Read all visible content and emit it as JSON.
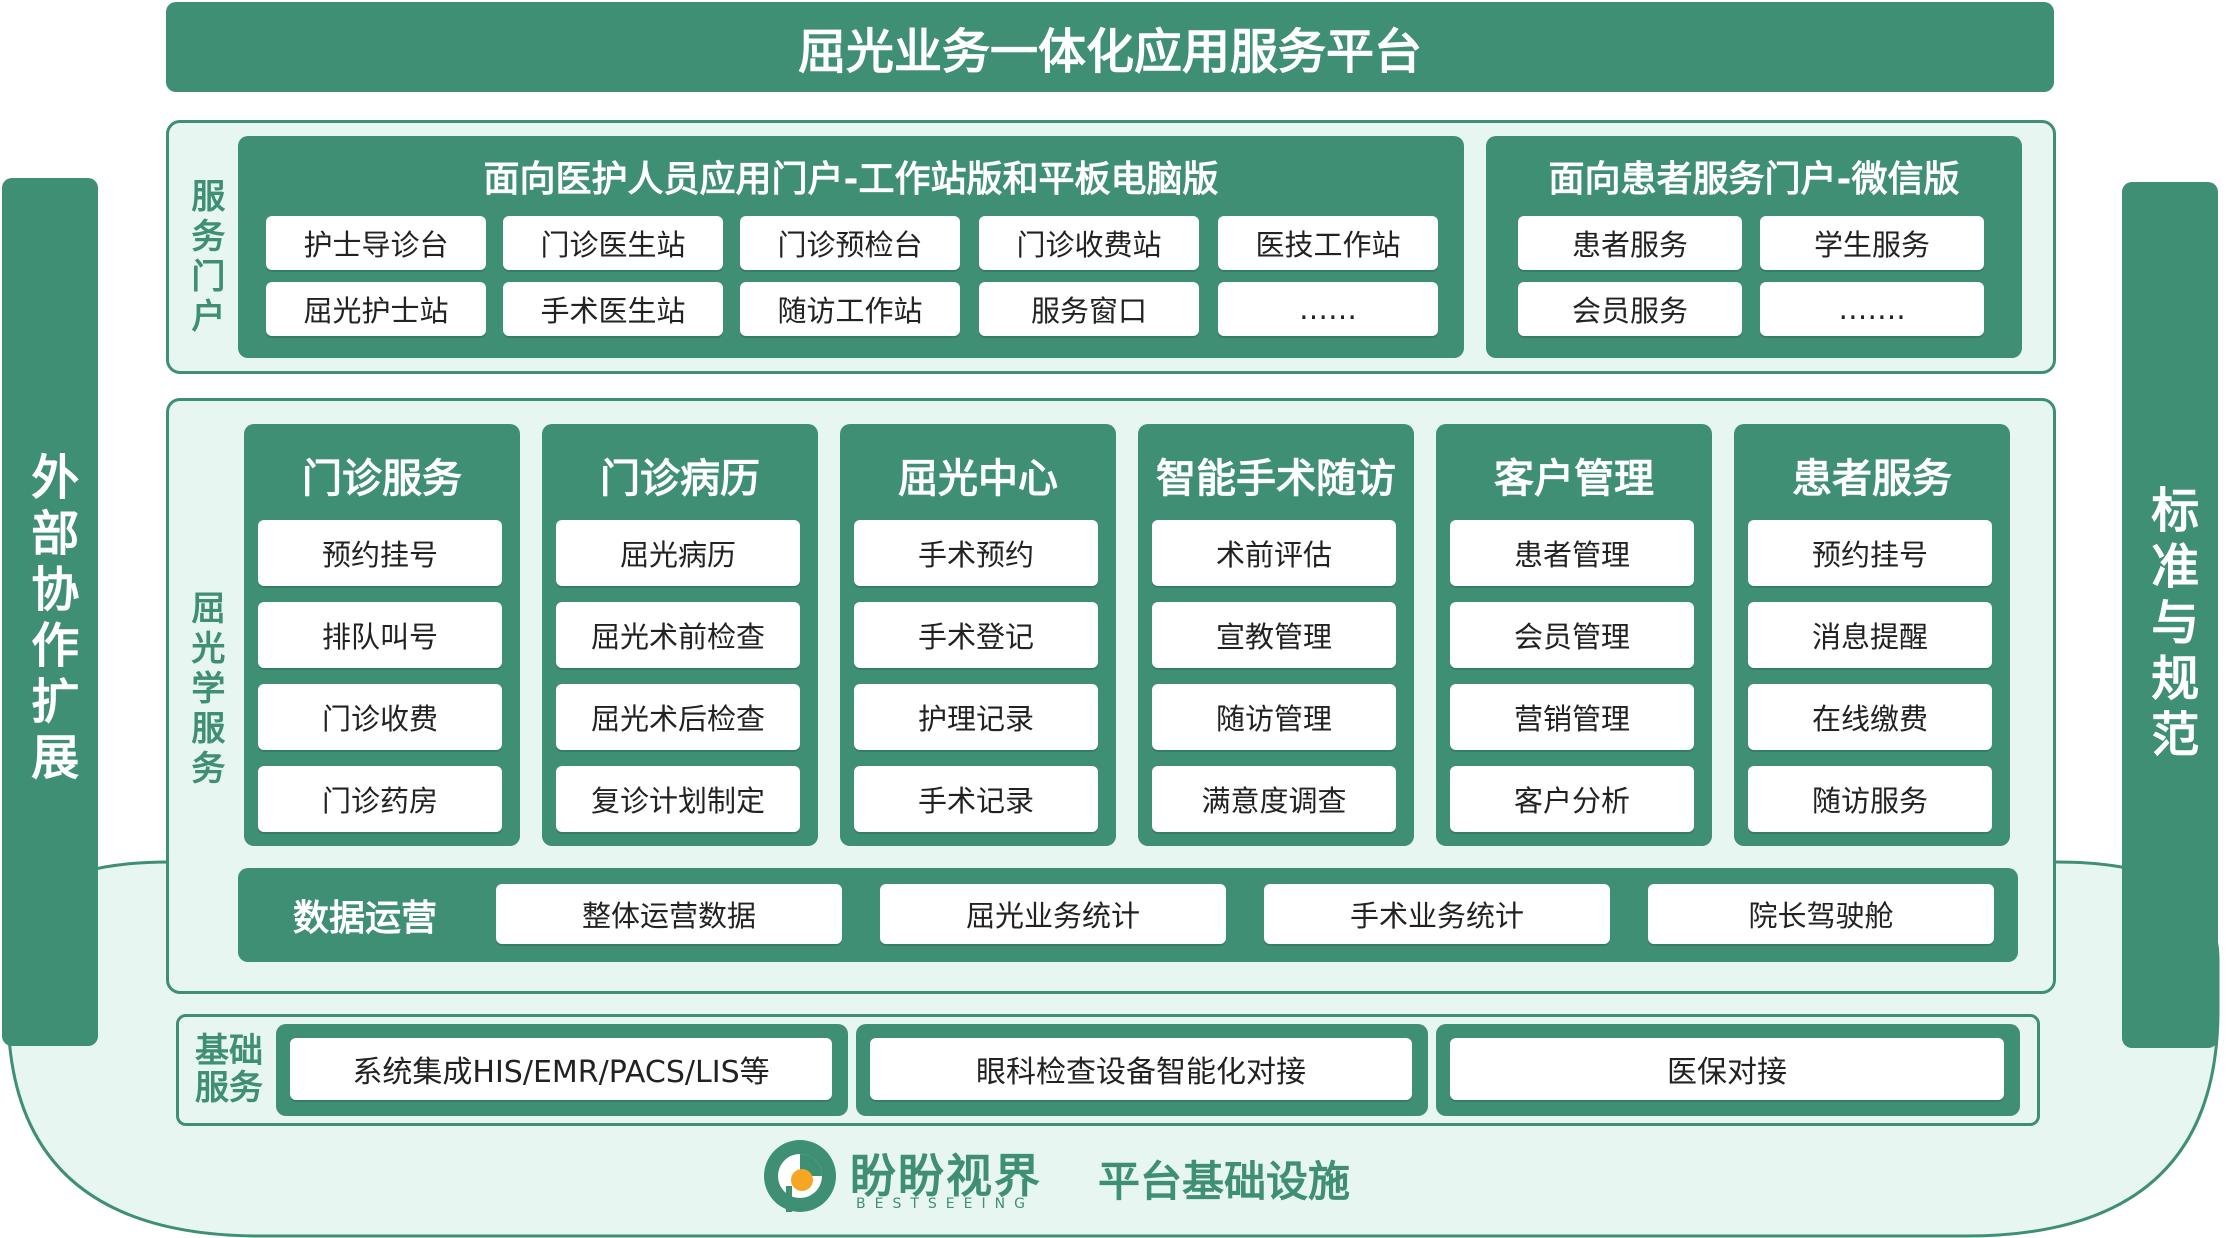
{
  "title": "屈光业务一体化应用服务平台",
  "left_side": "外部协作扩展",
  "right_side": "标准与规范",
  "portal": {
    "label": "服务门户",
    "staff": {
      "title": "面向医护人员应用门户-工作站版和平板电脑版",
      "items": [
        "护士导诊台",
        "门诊医生站",
        "门诊预检台",
        "门诊收费站",
        "医技工作站",
        "屈光护士站",
        "手术医生站",
        "随访工作站",
        "服务窗口",
        "……"
      ]
    },
    "patient": {
      "title": "面向患者服务门户-微信版",
      "items": [
        "患者服务",
        "学生服务",
        "会员服务",
        "……."
      ]
    }
  },
  "services": {
    "label": "屈光学服务",
    "columns": [
      {
        "title": "门诊服务",
        "items": [
          "预约挂号",
          "排队叫号",
          "门诊收费",
          "门诊药房"
        ]
      },
      {
        "title": "门诊病历",
        "items": [
          "屈光病历",
          "屈光术前检查",
          "屈光术后检查",
          "复诊计划制定"
        ]
      },
      {
        "title": "屈光中心",
        "items": [
          "手术预约",
          "手术登记",
          "护理记录",
          "手术记录"
        ]
      },
      {
        "title": "智能手术随访",
        "items": [
          "术前评估",
          "宣教管理",
          "随访管理",
          "满意度调查"
        ]
      },
      {
        "title": "客户管理",
        "items": [
          "患者管理",
          "会员管理",
          "营销管理",
          "客户分析"
        ]
      },
      {
        "title": "患者服务",
        "items": [
          "预约挂号",
          "消息提醒",
          "在线缴费",
          "随访服务"
        ]
      }
    ],
    "data_ops": {
      "label": "数据运营",
      "items": [
        "整体运营数据",
        "屈光业务统计",
        "手术业务统计",
        "院长驾驶舱"
      ]
    }
  },
  "base": {
    "label": "基础服务",
    "items": [
      "系统集成HIS/EMR/PACS/LIS等",
      "眼科检查设备智能化对接",
      "医保对接"
    ]
  },
  "footer": {
    "brand": "盼盼视界",
    "brand_sub": "BESTSEEING",
    "infra": "平台基础设施"
  },
  "colors": {
    "primary_green": "#3e8f73",
    "pale_green": "#e8f6f1",
    "logo_orange": "#f5a623"
  }
}
